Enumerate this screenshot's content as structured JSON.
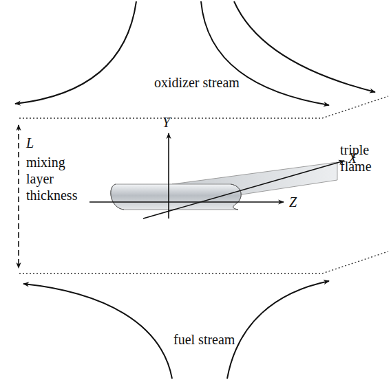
{
  "diagram": {
    "labels": [
      "oxidizer stream",
      "L",
      "mixing layer thickness",
      "Y",
      "X",
      "Z",
      "triple flame",
      "fuel stream"
    ]
  }
}
